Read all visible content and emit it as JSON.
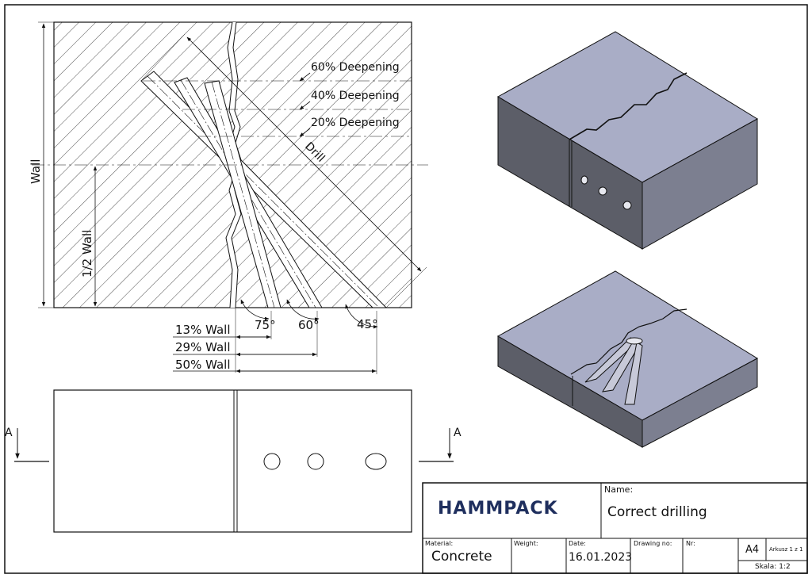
{
  "section_view": {
    "deepening_labels": [
      "60% Deepening",
      "40% Deepening",
      "20% Deepening"
    ],
    "drill_label": "Drill",
    "wall_label": "Wall",
    "half_wall_label": "1/2 Wall",
    "angles": [
      "75°",
      "60°",
      "45°"
    ],
    "depth_labels": [
      "13% Wall",
      "29% Wall",
      "50% Wall"
    ]
  },
  "front_view": {
    "section_marker": "A"
  },
  "title_block": {
    "logo": "HAMMPACK",
    "name_caption": "Name:",
    "name_value": "Correct drilling",
    "material_caption": "Material:",
    "material_value": "Concrete",
    "weight_caption": "Weight:",
    "date_caption": "Date:",
    "date_value": "16.01.2023",
    "drawing_no_caption": "Drawing no:",
    "nr_caption": "Nr:",
    "format_value": "A4",
    "sheet_value": "Arkusz 1 z 1",
    "scale_value": "Skala: 1:2"
  },
  "colors": {
    "line": "#111111",
    "hatch": "#222222",
    "block_top": "#a9adc6",
    "block_front": "#5c5e68",
    "block_side": "#7c7f90",
    "logo": "#1f2f5e"
  }
}
